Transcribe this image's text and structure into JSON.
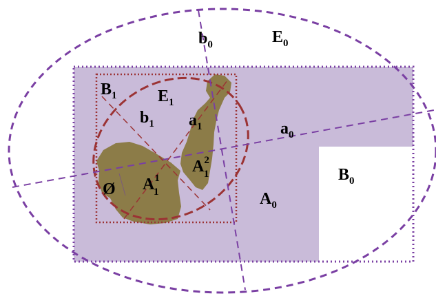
{
  "colors": {
    "background": "#ffffff",
    "region_fill": "#c9bbd9",
    "region_border": "#7a3fa3",
    "outer_ellipse": "#7a3fa3",
    "inner_ellipse": "#9b3334",
    "inner_box": "#9b3334",
    "blob_fill": "#8c7c48",
    "label": "#000000"
  },
  "labels": {
    "b0": {
      "main": "b",
      "sub": "0"
    },
    "E0": {
      "main": "E",
      "sub": "0"
    },
    "B1": {
      "main": "B",
      "sub": "1"
    },
    "E1": {
      "main": "E",
      "sub": "1"
    },
    "b1": {
      "main": "b",
      "sub": "1"
    },
    "a1": {
      "main": "a",
      "sub": "1"
    },
    "a0": {
      "main": "a",
      "sub": "0"
    },
    "B0": {
      "main": "B",
      "sub": "0"
    },
    "A21": {
      "main": "A",
      "sup": "2",
      "sub": "1"
    },
    "A11": {
      "main": "A",
      "sup": "1",
      "sub": "1"
    },
    "phi": {
      "main": "Ø"
    },
    "A0": {
      "main": "A",
      "sub": "0"
    }
  }
}
